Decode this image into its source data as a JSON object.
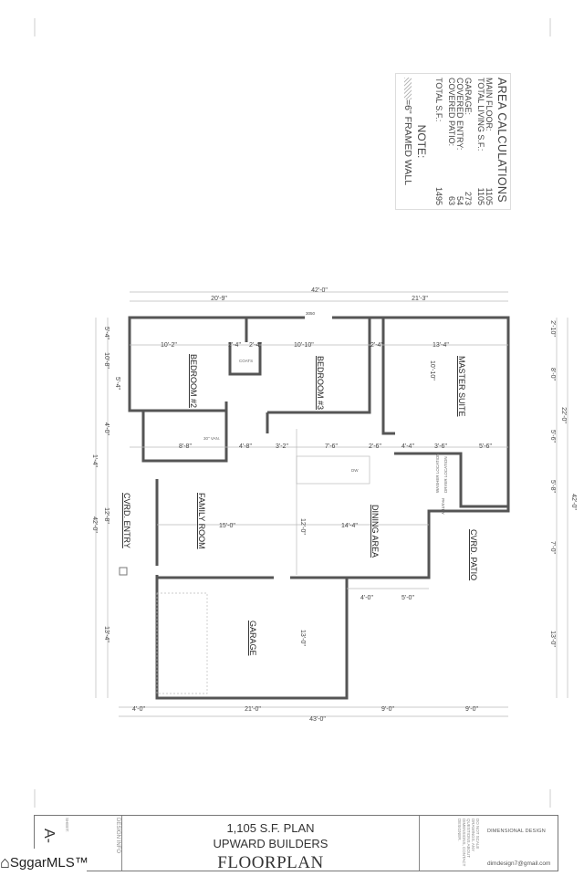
{
  "area_calculations": {
    "title": "AREA CALCULATIONS",
    "rows": [
      {
        "label": "MAIN FLOOR:",
        "value": "1105"
      },
      {
        "label": "TOTAL LIVING S.F.:",
        "value": "1105"
      },
      {
        "label": "GARAGE:",
        "value": "273"
      },
      {
        "label": "COVERED ENTRY:",
        "value": "54"
      },
      {
        "label": "COVERED PATIO:",
        "value": "63"
      },
      {
        "label": "TOTAL S.F.:",
        "value": "1495"
      }
    ],
    "note_title": "NOTE:",
    "note_text": "=6\" FRAMED WALL"
  },
  "rooms": {
    "bedroom2": "BEDROOM #2",
    "bedroom3": "BEDROOM #3",
    "master": "MASTER SUITE",
    "family": "FAMILY ROOM",
    "dining": "DINING AREA",
    "garage": "GARAGE",
    "patio": "CVRD. PATIO",
    "entry": "CVRD. ENTRY",
    "coats": "COATS",
    "pantry": "PANTRY",
    "washer": "WASHER LOCATION",
    "dryer": "DRYER LOCATION",
    "dw": "DW",
    "van30": "30\" VAN."
  },
  "dimensions": {
    "top_total": "42'-0\"",
    "top_left": "20'-9\"",
    "top_right": "21'-3\"",
    "bottom_total": "43'-0\"",
    "bottom": [
      "4'-0\"",
      "21'-0\"",
      "9'-0\"",
      "9'-0\""
    ],
    "left_total": "42'-0\"",
    "left": [
      "5'-4\"",
      "10'-8\"",
      "5'-4\"",
      "4'-0\"",
      "1'-4\"",
      "12'-8\"",
      "13'-4\""
    ],
    "right_total": "42'-0\"",
    "right": [
      "2'-10\"",
      "8'-0\"",
      "22'-0\"",
      "5'-6\"",
      "5'-8\"",
      "7'-0\"",
      "13'-0\""
    ],
    "interior": [
      "10'-2\"",
      "2'-4\"",
      "2'-4\"",
      "10'-10\"",
      "2'-4\"",
      "13'-4\"",
      "10'-10\"",
      "8'-8\"",
      "4'-8\"",
      "3'-2\"",
      "7'-6\"",
      "2'-6\"",
      "4'-4\"",
      "3'-6\"",
      "5'-6\"",
      "15'-0\"",
      "12'-0\"",
      "14'-4\"",
      "13'-0\"",
      "4'-0\"",
      "5'-0\""
    ],
    "window": "3050"
  },
  "title_block": {
    "line1": "1,105 S.F. PLAN",
    "line2": "UPWARD BUILDERS",
    "line3": "FLOORPLAN",
    "design_info": "DESIGN INFO",
    "sheet": "A-",
    "sheet_label": "SHEET:",
    "designer": "DIMENSIONAL DESIGN",
    "email": "dimdesign7@gmail.com",
    "disclaimer": "DO NOT SCALE DRAWINGS. ANY QUESTIONS ABOUT DIMENSIONS, CONTACT DESIGNER."
  },
  "watermark": "SggarMLS™"
}
